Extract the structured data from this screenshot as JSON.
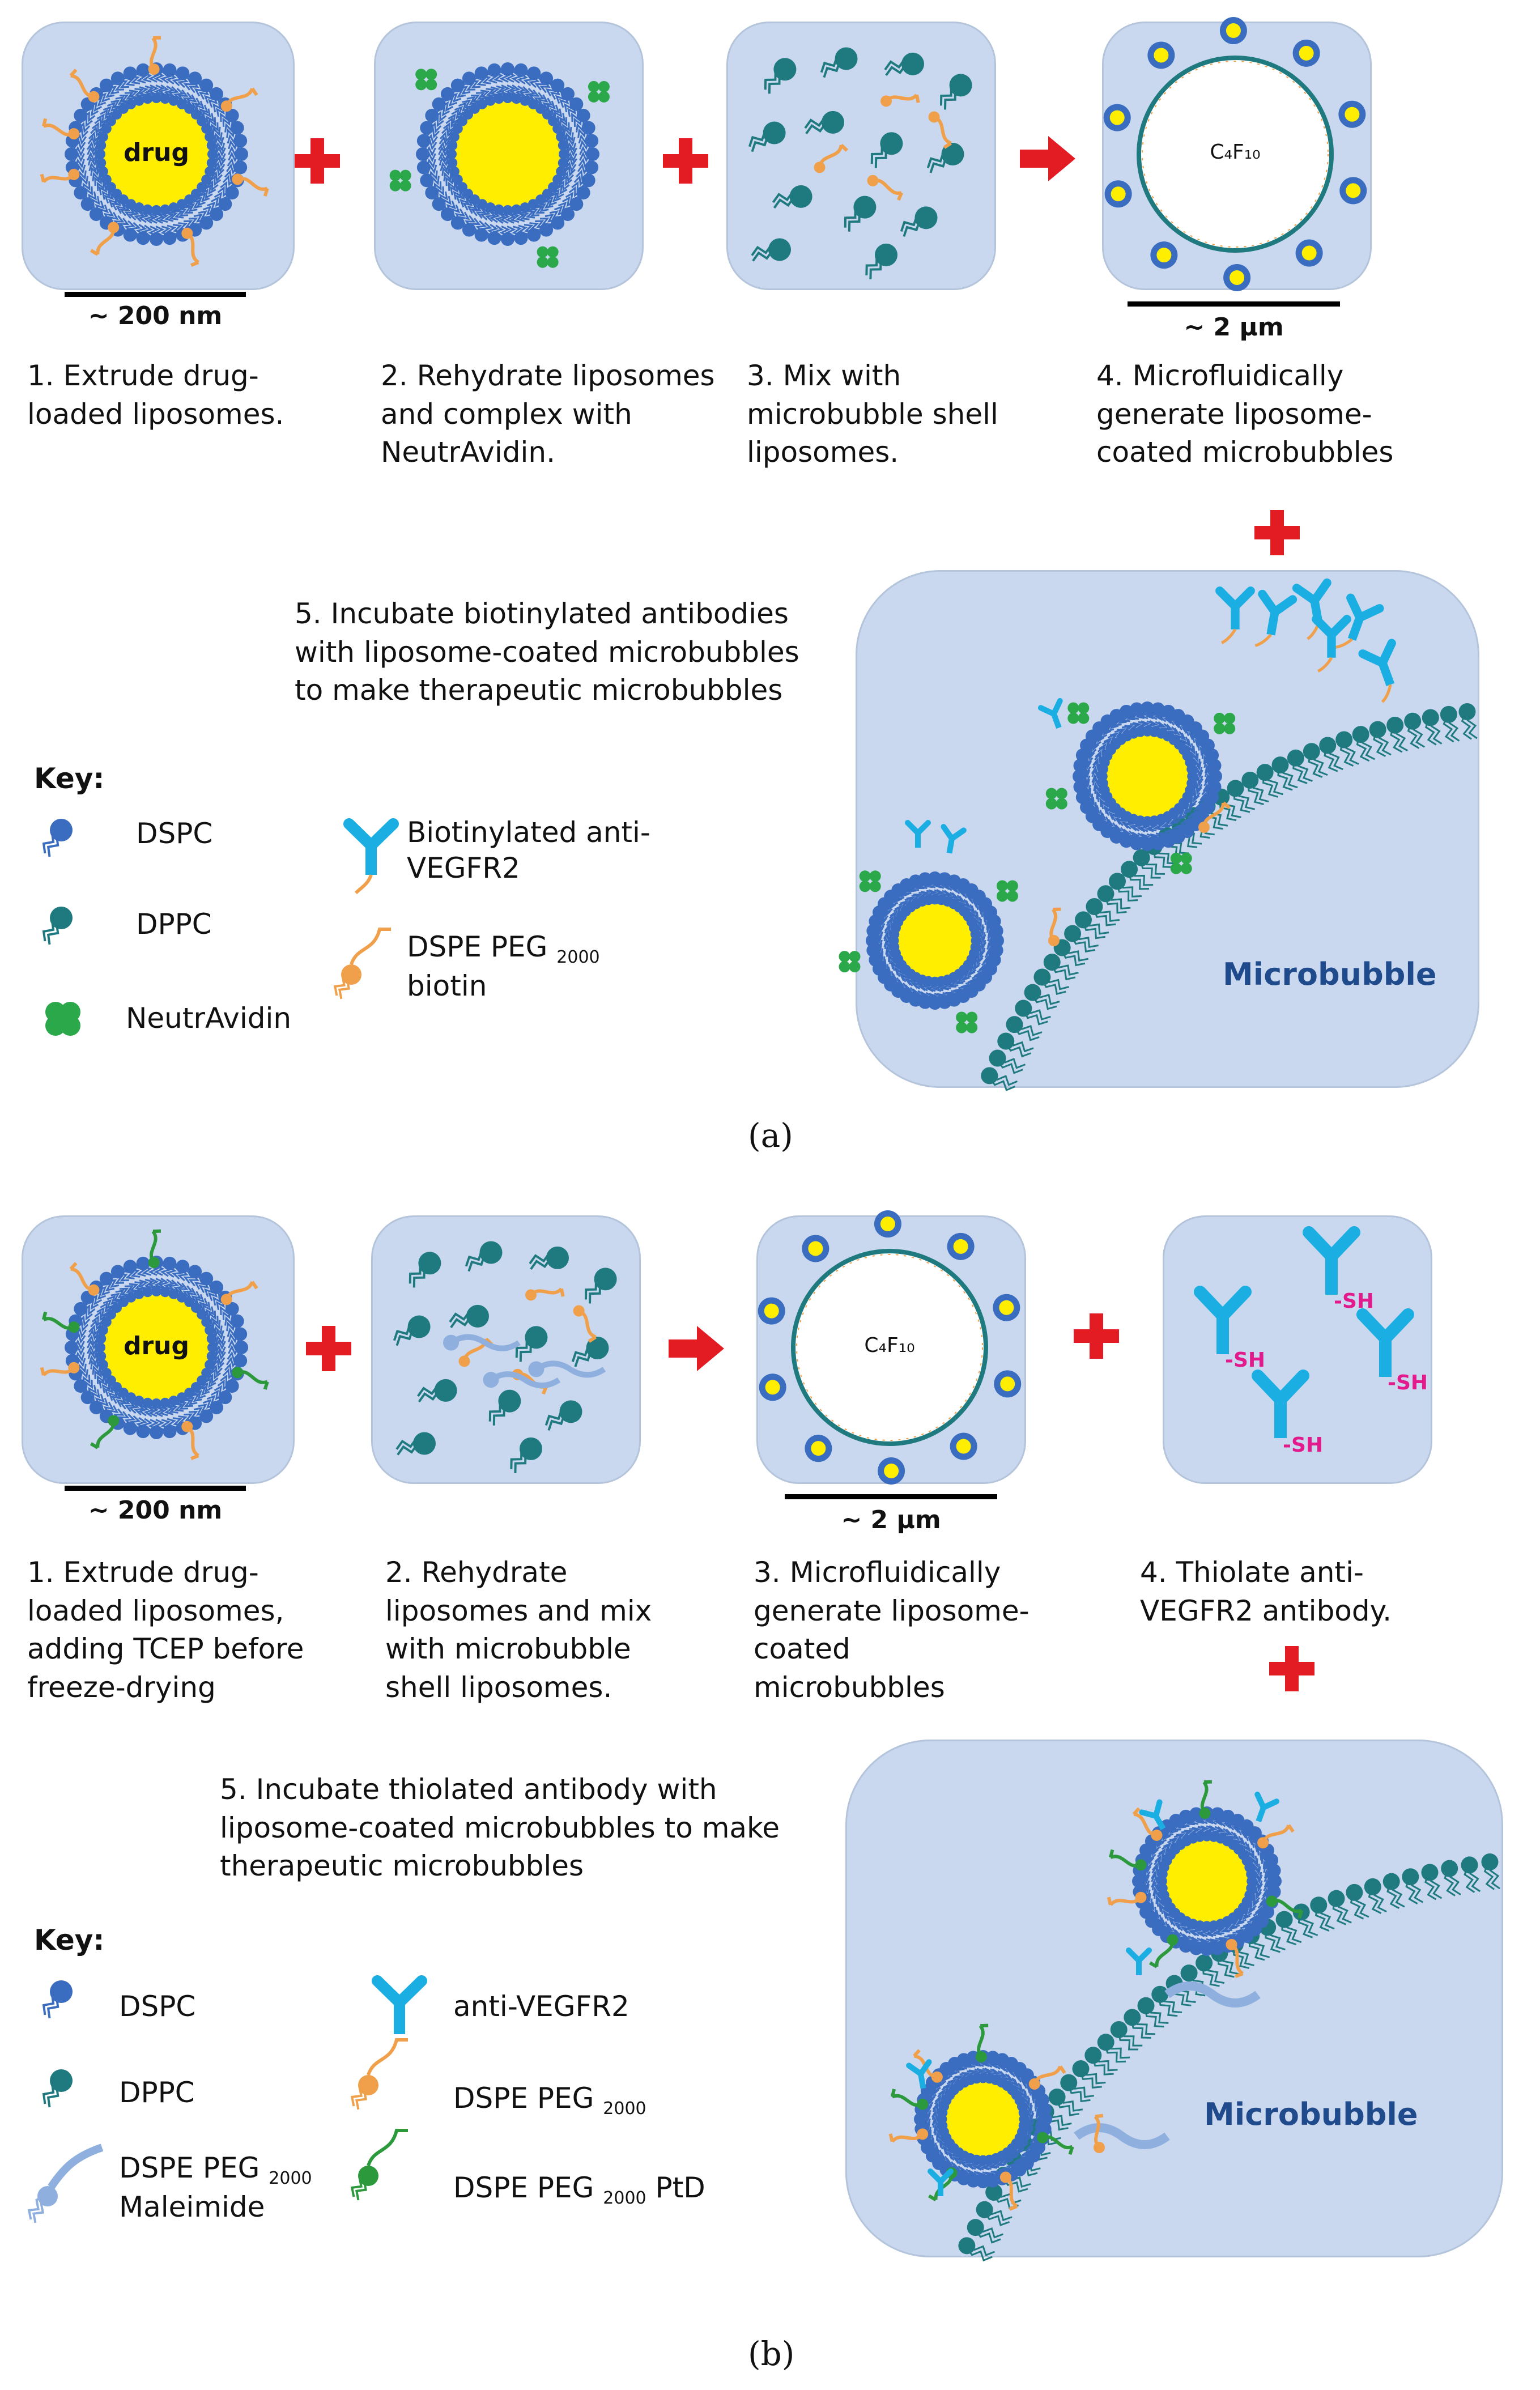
{
  "panel_a": {
    "caption": "(a)",
    "drug_label": "drug",
    "gas_label": "C₄F₁₀",
    "scale_left": "~ 200 nm",
    "scale_right": "~ 2 µm",
    "steps": [
      [
        "1. Extrude drug-",
        "loaded liposomes."
      ],
      [
        "2. Rehydrate liposomes",
        "and complex with",
        "NeutrAvidin."
      ],
      [
        "3. Mix with",
        "microbubble shell",
        "liposomes."
      ],
      [
        "4. Microfluidically",
        "generate liposome-",
        "coated microbubbles"
      ]
    ],
    "step5": [
      "5. Incubate biotinylated antibodies",
      "with liposome-coated microbubbles",
      "to make therapeutic microbubbles"
    ],
    "microbubble_label": "Microbubble",
    "key": {
      "title": "Key:",
      "dspc": "DSPC",
      "dppc": "DPPC",
      "neutravidin": "NeutrAvidin",
      "antibody": [
        "Biotinylated anti-",
        "VEGFR2"
      ],
      "peg_biotin_main": "DSPE PEG",
      "peg_biotin_sub": "2000",
      "peg_biotin_line2": "biotin"
    }
  },
  "panel_b": {
    "caption": "(b)",
    "drug_label": "drug",
    "gas_label": "C₄F₁₀",
    "scale_left": "~ 200 nm",
    "scale_right": "~ 2 µm",
    "sh_label": "-SH",
    "steps": [
      [
        "1. Extrude drug-",
        "loaded liposomes,",
        "adding TCEP before",
        "freeze-drying"
      ],
      [
        "2. Rehydrate",
        "liposomes and mix",
        "with microbubble",
        "shell liposomes."
      ],
      [
        "3. Microfluidically",
        "generate liposome-",
        "coated",
        "microbubbles"
      ],
      [
        "4. Thiolate anti-",
        "VEGFR2 antibody."
      ]
    ],
    "step5": [
      "5. Incubate thiolated antibody with",
      "liposome-coated microbubbles to make",
      "therapeutic microbubbles"
    ],
    "microbubble_label": "Microbubble",
    "key": {
      "title": "Key:",
      "dspc": "DSPC",
      "dppc": "DPPC",
      "maleimide_main": "DSPE PEG",
      "maleimide_sub": "2000",
      "maleimide_line2": "Maleimide",
      "antibody": "anti-VEGFR2",
      "peg_main": "DSPE PEG",
      "peg_sub": "2000",
      "ptd_main": "DSPE PEG",
      "ptd_sub": "2000",
      "ptd_suffix": "PtD"
    }
  },
  "colors": {
    "box_fill": "#c9d8ee",
    "lipid_blue": "#3a6cc0",
    "lipid_teal": "#1f7a80",
    "drug_yellow": "#ffee00",
    "plus_red": "#e31b23",
    "peg_orange": "#f0a04b",
    "antibody_cyan": "#1aaee3",
    "neutravidin_green": "#2aa84a",
    "ptd_green": "#2c9a3c",
    "maleimide_blue": "#8fb0de",
    "microbubble_text": "#1f4a8c",
    "sh_magenta": "#e21a8c"
  }
}
